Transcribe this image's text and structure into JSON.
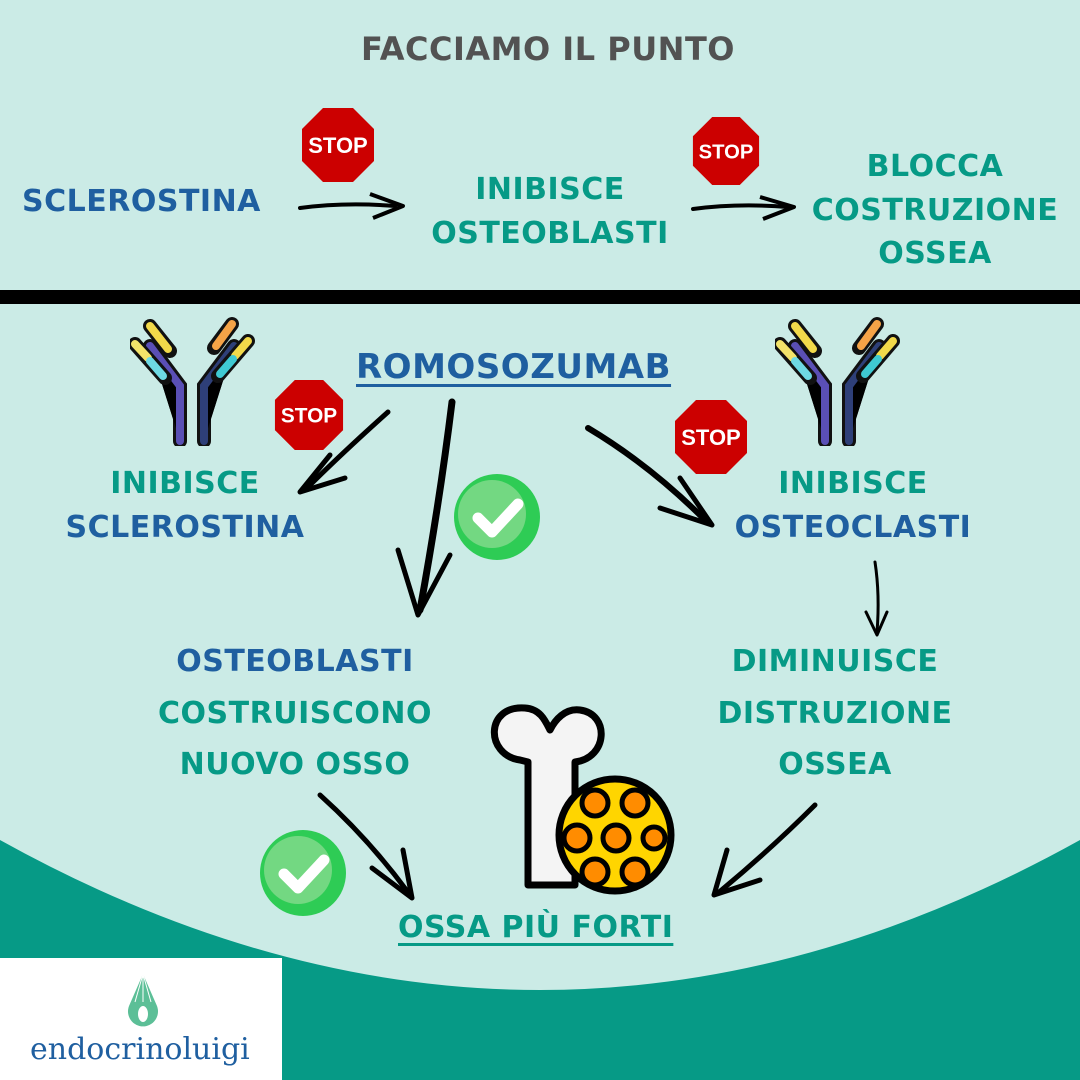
{
  "title": "FACCIAMO IL PUNTO",
  "top_flow": {
    "step1": "SCLEROSTINA",
    "step2_line1": "INIBISCE",
    "step2_line2": "OSTEOBLASTI",
    "step3_line1": "BLOCCA",
    "step3_line2": "COSTRUZIONE",
    "step3_line3": "OSSEA",
    "stop_label": "STOP"
  },
  "drug": "ROMOSOZUMAB",
  "left_branch": {
    "line1": "INIBISCE",
    "line2": "SCLEROSTINA"
  },
  "right_branch": {
    "line1": "INIBISCE",
    "line2": "OSTEOCLASTI"
  },
  "left_result": {
    "line1": "OSTEOBLASTI",
    "line2": "COSTRUISCONO",
    "line3": "NUOVO OSSO"
  },
  "right_result": {
    "line1": "DIMINUISCE",
    "line2": "DISTRUZIONE",
    "line3": "OSSEA"
  },
  "outcome": "OSSA PIÙ FORTI",
  "logo": {
    "text": "endocrinoluigi"
  },
  "colors": {
    "background": "#cbebe6",
    "teal": "#069a86",
    "blue": "#1f5fa0",
    "stop_red": "#cc0000",
    "check_green": "#2ecc55"
  },
  "icons": [
    "stop-sign-icon",
    "antibody-icon",
    "check-icon",
    "bone-icon",
    "arrow-icon"
  ]
}
